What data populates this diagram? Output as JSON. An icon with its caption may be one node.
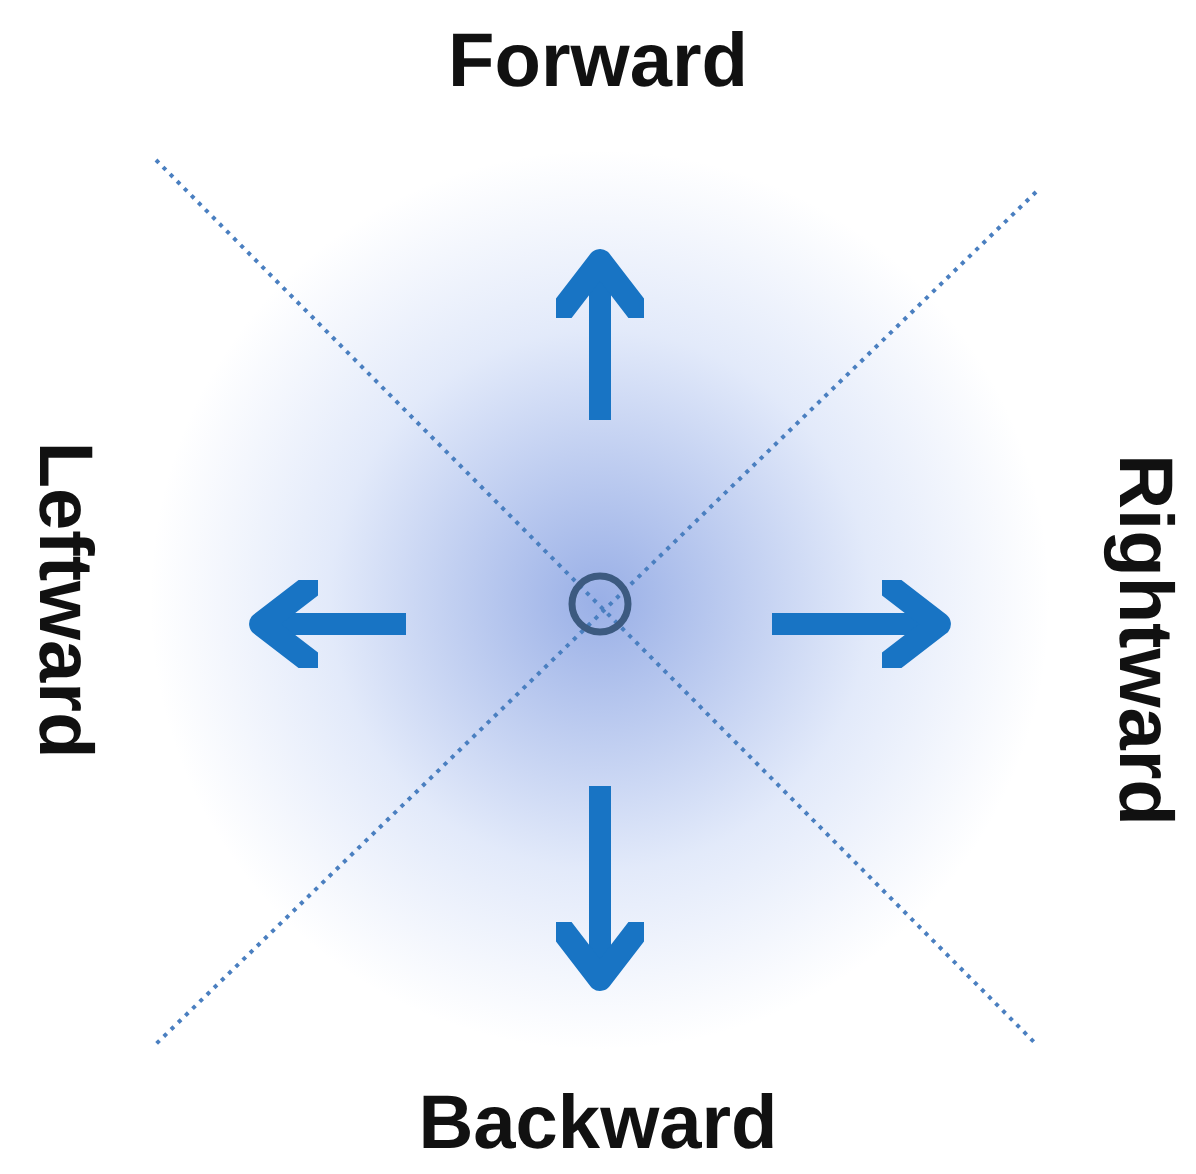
{
  "diagram": {
    "nodes": [
      {
        "text": [],
        "shape": "circle"
      }
    ],
    "labels": [
      "Forward",
      "Leftward",
      "Rightward",
      "Backward"
    ]
  }
}
